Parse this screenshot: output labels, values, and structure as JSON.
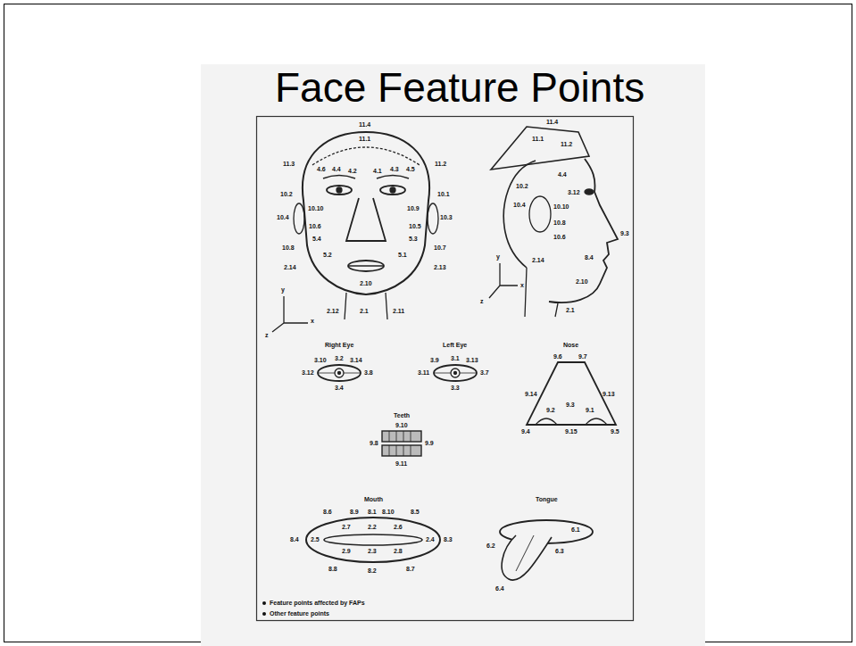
{
  "diagram": {
    "title": "Face Feature Points",
    "labels": [
      "11.4",
      "11.1",
      "11.3",
      "11.2",
      "4.6",
      "4.4",
      "4.2",
      "4.1",
      "4.3",
      "4.5",
      "10.2",
      "10.1",
      "10.10",
      "10.9",
      "10.4",
      "10.3",
      "10.6",
      "10.5",
      "5.4",
      "5.3",
      "10.8",
      "10.7",
      "5.2",
      "5.1",
      "2.14",
      "2.13",
      "2.10",
      "2.12",
      "2.1",
      "2.11",
      "y",
      "x",
      "z",
      "11.4",
      "11.1",
      "11.2",
      "4.4",
      "10.2",
      "3.12",
      "10.4",
      "10.10",
      "10.8",
      "10.6",
      "9.3",
      "8.4",
      "2.14",
      "2.10",
      "2.1",
      "y",
      "x",
      "z",
      "Right Eye",
      "3.10",
      "3.2",
      "3.14",
      "3.12",
      "3.8",
      "3.4",
      "Left Eye",
      "3.9",
      "3.1",
      "3.13",
      "3.11",
      "3.7",
      "3.3",
      "Nose",
      "9.6",
      "9.7",
      "9.14",
      "9.13",
      "9.2",
      "9.3",
      "9.1",
      "9.4",
      "9.15",
      "9.5",
      "Teeth",
      "9.10",
      "9.8",
      "9.9",
      "9.11",
      "Mouth",
      "8.6",
      "8.9",
      "8.1",
      "8.10",
      "8.5",
      "2.7",
      "2.2",
      "2.6",
      "8.4",
      "2.5",
      "2.4",
      "8.3",
      "2.9",
      "2.3",
      "2.8",
      "8.8",
      "8.2",
      "8.7",
      "Tongue",
      "6.2",
      "6.1",
      "6.3",
      "6.4"
    ],
    "legend": [
      {
        "text": "Feature points affected by FAPs"
      },
      {
        "text": "Other feature points"
      }
    ]
  }
}
